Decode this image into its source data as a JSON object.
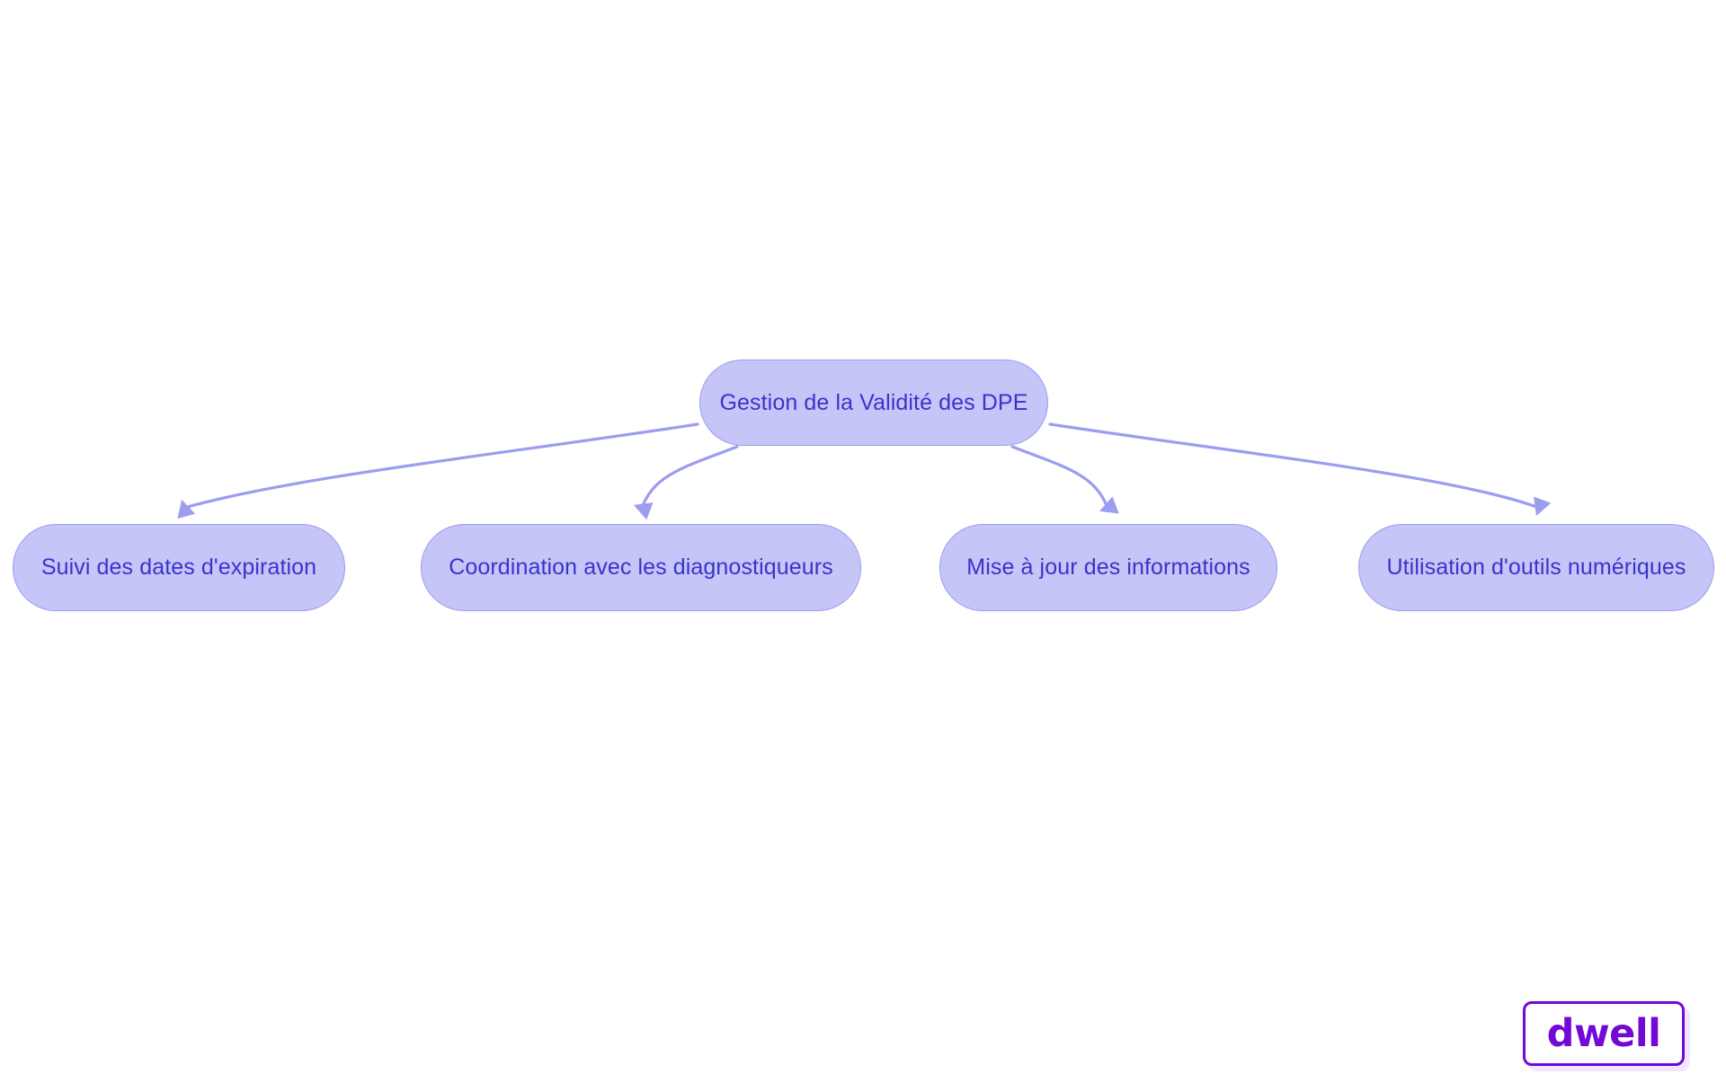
{
  "diagram": {
    "type": "mindmap-tree",
    "orientation": "top-down",
    "root": {
      "id": "root",
      "label": "Gestion de la Validité des DPE"
    },
    "children": [
      {
        "id": "child-0",
        "label": "Suivi des dates d'expiration"
      },
      {
        "id": "child-1",
        "label": "Coordination avec les diagnostiqueurs"
      },
      {
        "id": "child-2",
        "label": "Mise à jour des informations"
      },
      {
        "id": "child-3",
        "label": "Utilisation d'outils numériques"
      }
    ],
    "edges": [
      {
        "from": "root",
        "to": "child-0",
        "arrow": "end"
      },
      {
        "from": "root",
        "to": "child-1",
        "arrow": "end"
      },
      {
        "from": "root",
        "to": "child-2",
        "arrow": "end"
      },
      {
        "from": "root",
        "to": "child-3",
        "arrow": "end"
      }
    ]
  },
  "colors": {
    "background": "#ffffff",
    "node_fill": "#c5c5f7",
    "node_border": "#9c9cf0",
    "node_text": "#3a33cc",
    "edge": "#9c9cf0",
    "brand": "#7209d4"
  },
  "brand": {
    "name": "dwell"
  }
}
